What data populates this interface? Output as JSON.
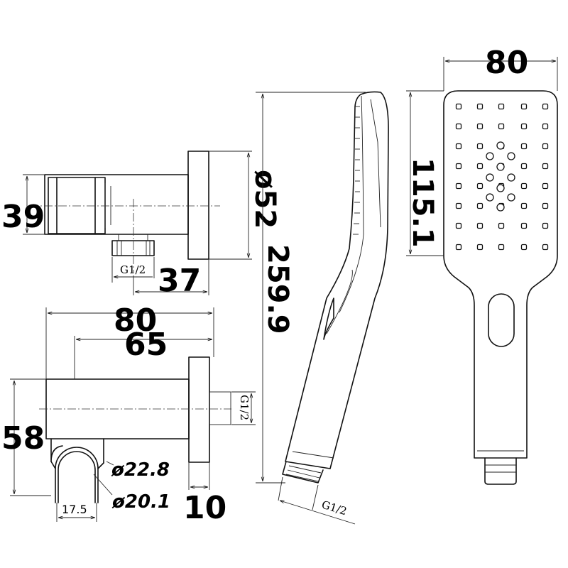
{
  "dimensions": {
    "holder_front_height": "39",
    "holder_front_flange_diameter": "ø52",
    "holder_front_projection": "37",
    "holder_front_thread": "G1/2",
    "holder_top_overall": "80",
    "holder_top_body": "65",
    "holder_top_width": "58",
    "holder_top_cradle_outer": "ø22.8",
    "holder_top_cradle_inner": "ø20.1",
    "holder_top_flange": "10",
    "holder_top_cradle_width": "17.5",
    "holder_top_thread": "G1/2",
    "handset_length": "259.9",
    "handset_thread": "G1/2",
    "handset_head_width": "80",
    "handset_head_length": "115.1"
  }
}
